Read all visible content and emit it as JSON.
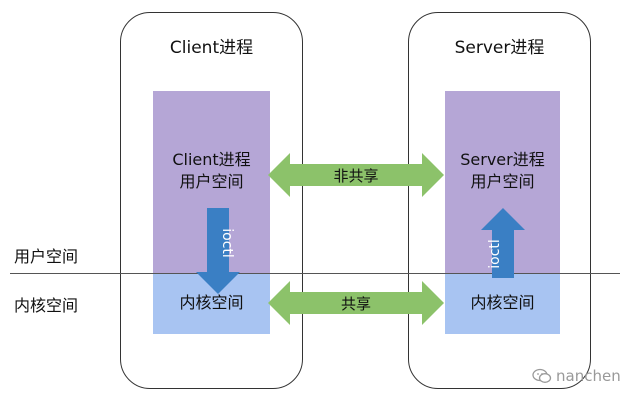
{
  "client": {
    "title": "Client进程",
    "user_line1": "Client进程",
    "user_line2": "用户空间",
    "kernel": "内核空间",
    "ioctl": "ioctl"
  },
  "server": {
    "title": "Server进程",
    "user_line1": "Server进程",
    "user_line2": "用户空间",
    "kernel": "内核空间",
    "ioctl": "ioctl"
  },
  "arrows": {
    "user_link": "非共享",
    "kernel_link": "共享"
  },
  "side_labels": {
    "user_space": "用户空间",
    "kernel_space": "内核空间"
  },
  "watermark": {
    "icon": "wechat-icon",
    "text": "nanchen"
  },
  "colors": {
    "user_region": "#b5a6d6",
    "kernel_region": "#a8c4f2",
    "link_arrow": "#8cc26a",
    "ioctl_arrow": "#3a7fc4"
  }
}
